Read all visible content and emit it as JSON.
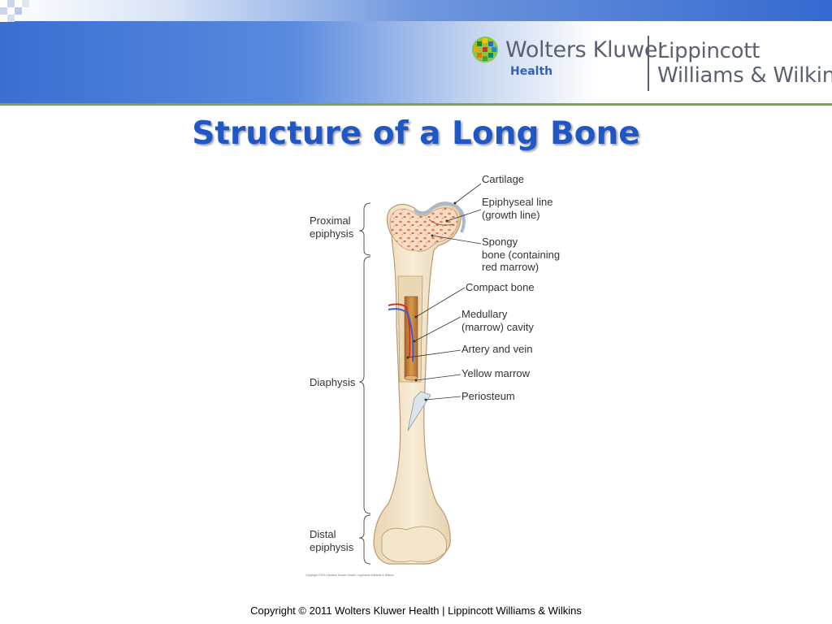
{
  "slide": {
    "title": "Structure of a Long Bone",
    "footer": "Copyright © 2011 Wolters Kluwer Health | Lippincott Williams & Wilkins"
  },
  "logo": {
    "company": "Wolters Kluwer",
    "sub": "Health",
    "publisher_line1": "Lippincott",
    "publisher_line2": "Williams & Wilkins",
    "icon": "wolters-kluwer-mark-icon"
  },
  "diagram": {
    "left_labels": {
      "proximal_1": "Proximal",
      "proximal_2": "epiphysis",
      "diaphysis": "Diaphysis",
      "distal_1": "Distal",
      "distal_2": "epiphysis"
    },
    "right_labels": {
      "cartilage": "Cartilage",
      "epiphyseal_1": "Epiphyseal line",
      "epiphyseal_2": "(growth line)",
      "spongy_1": "Spongy",
      "spongy_2": "bone (containing",
      "spongy_3": "red marrow)",
      "compact": "Compact bone",
      "medullary_1": "Medullary",
      "medullary_2": "(marrow) cavity",
      "artery": "Artery and vein",
      "yellow": "Yellow marrow",
      "periosteum": "Periosteum"
    },
    "figure_copyright": "Copyright ©2011 Wolters Kluwer Health | Lippincott Williams & Wilkins"
  },
  "colors": {
    "title": "#1f57c7",
    "header_blue": "#3a6fd2",
    "accent_green": "#7aa84a",
    "bone": "#f2e3c6",
    "spongy": "#d9875a",
    "marrow": "#c8853b"
  }
}
